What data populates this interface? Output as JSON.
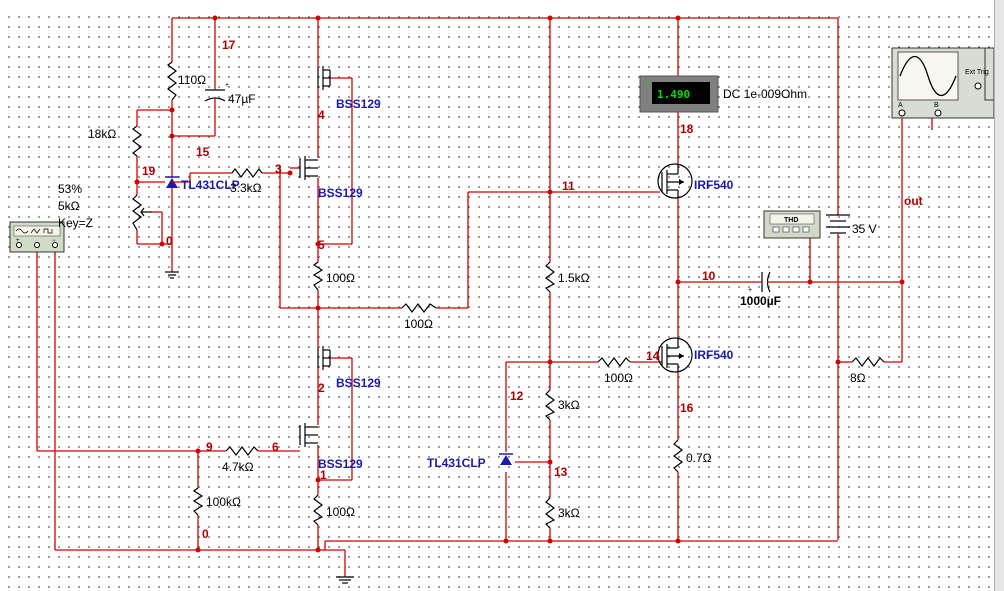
{
  "components": {
    "r110": "110Ω",
    "cap47": "47µF",
    "r18k": "18kΩ",
    "pot_pct": "53%",
    "pot_val": "5kΩ",
    "pot_key": "Key=Z",
    "tl431_top": "TL431CLP",
    "r33k": "3.3kΩ",
    "bss1": "BSS129",
    "bss2": "BSS129",
    "bss3": "BSS129",
    "bss4": "BSS129",
    "r100_a": "100Ω",
    "r100_b": "100Ω",
    "r100_c": "100Ω",
    "r100_d": "100Ω",
    "r47k": "4.7kΩ",
    "r100k": "100kΩ",
    "r15k": "1.5kΩ",
    "r3k_a": "3kΩ",
    "r3k_b": "3kΩ",
    "tl431_bot": "TL431CLP",
    "irf_top": "IRF540",
    "irf_bot": "IRF540",
    "r07": "0.7Ω",
    "cap1000": "1000µF",
    "r8": "8Ω",
    "vsrc": "35 V",
    "meter_value": "1.490",
    "meter_mode": "DC  1e-009Ohm",
    "thd_label": "THD",
    "scope_trig": "Ext Trig",
    "scope_a": "A",
    "scope_b": "B",
    "out_label": "out"
  },
  "nodes": {
    "n17": "17",
    "n15": "15",
    "n19": "19",
    "n3": "3",
    "n4": "4",
    "n5": "5",
    "n0a": "0",
    "n11": "11",
    "n18": "18",
    "n10": "10",
    "n14": "14",
    "n16": "16",
    "n12": "12",
    "n13": "13",
    "n2": "2",
    "n6": "6",
    "n9": "9",
    "n1": "1",
    "n0b": "0"
  },
  "colors": {
    "wire": "#d40000",
    "component": "#000000",
    "device_label": "#1a1ab0",
    "node_label": "#b00000",
    "meter_display": "#00e000"
  },
  "icons": [
    "resistor-symbol",
    "capacitor-symbol",
    "mosfet-symbol",
    "zener-symbol",
    "ground-symbol",
    "battery-symbol",
    "potentiometer-symbol",
    "oscilloscope-icon",
    "function-generator-icon",
    "multimeter-icon",
    "thd-analyzer-icon"
  ]
}
